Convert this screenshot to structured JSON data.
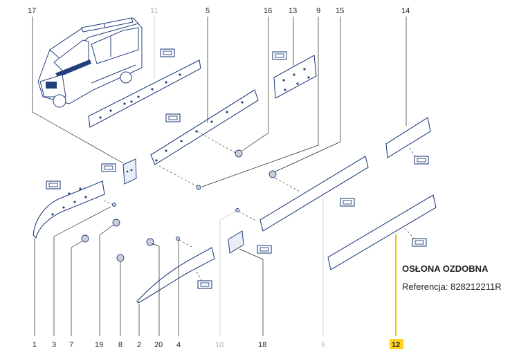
{
  "callouts": [
    {
      "id": "c17",
      "label": "17",
      "muted": false
    },
    {
      "id": "c11",
      "label": "11",
      "muted": true
    },
    {
      "id": "c5",
      "label": "5",
      "muted": false
    },
    {
      "id": "c16",
      "label": "16",
      "muted": false
    },
    {
      "id": "c13",
      "label": "13",
      "muted": false
    },
    {
      "id": "c9",
      "label": "9",
      "muted": false
    },
    {
      "id": "c15",
      "label": "15",
      "muted": false
    },
    {
      "id": "c14",
      "label": "14",
      "muted": false
    },
    {
      "id": "c1",
      "label": "1",
      "muted": false
    },
    {
      "id": "c3",
      "label": "3",
      "muted": false
    },
    {
      "id": "c7",
      "label": "7",
      "muted": false
    },
    {
      "id": "c19",
      "label": "19",
      "muted": false
    },
    {
      "id": "c8",
      "label": "8",
      "muted": false
    },
    {
      "id": "c2",
      "label": "2",
      "muted": false
    },
    {
      "id": "c20",
      "label": "20",
      "muted": false
    },
    {
      "id": "c4",
      "label": "4",
      "muted": false
    },
    {
      "id": "c10",
      "label": "10",
      "muted": true
    },
    {
      "id": "c18",
      "label": "18",
      "muted": false
    },
    {
      "id": "c6",
      "label": "6",
      "muted": true
    }
  ],
  "selected_part": {
    "number": "12",
    "name": "OSŁONA OZDOBNA",
    "reference": "Referencja: 828212211R"
  },
  "colors": {
    "line_art": "#24407c",
    "highlight": "#ffd21e",
    "muted_label": "#b3b3b3"
  }
}
